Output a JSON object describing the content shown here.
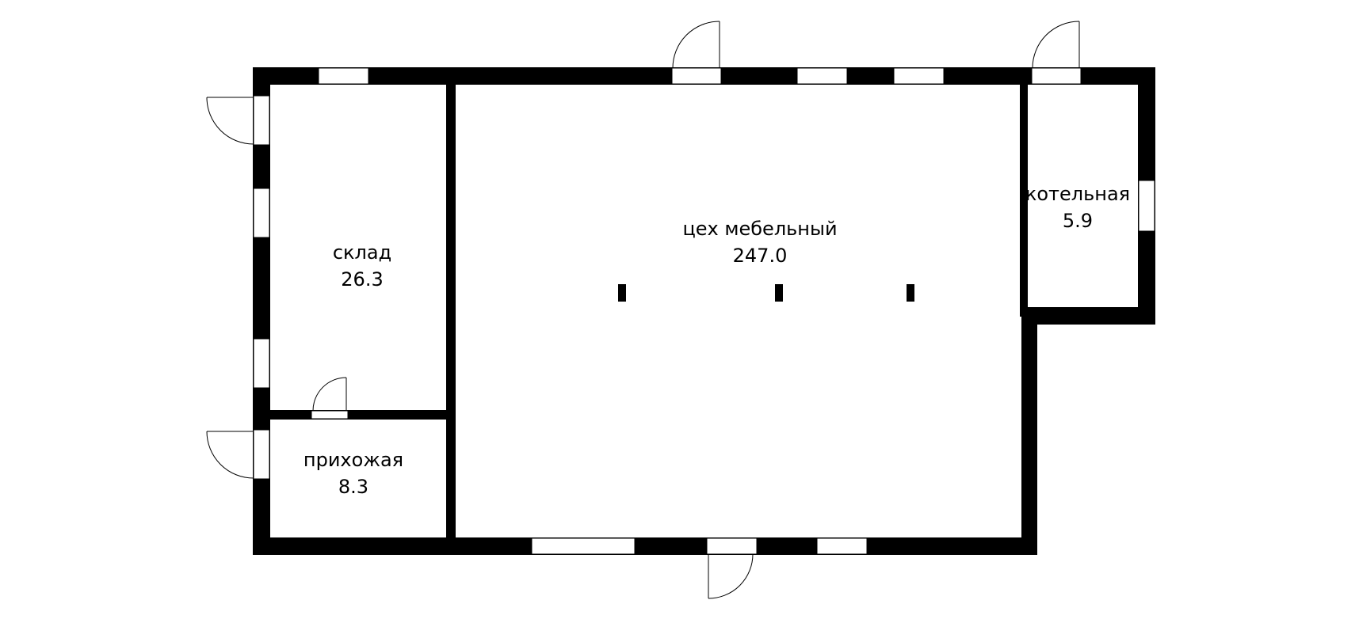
{
  "colors": {
    "wall": "#000000",
    "background": "#ffffff",
    "opening": "#ffffff"
  },
  "rooms": [
    {
      "id": "sklad",
      "name": "склад",
      "area": "26.3"
    },
    {
      "id": "tseh",
      "name": "цех мебельный",
      "area": "247.0"
    },
    {
      "id": "kotelnaya",
      "name": "котельная",
      "area": "5.9"
    },
    {
      "id": "prihozhaya",
      "name": "прихожая",
      "area": "8.3"
    }
  ]
}
